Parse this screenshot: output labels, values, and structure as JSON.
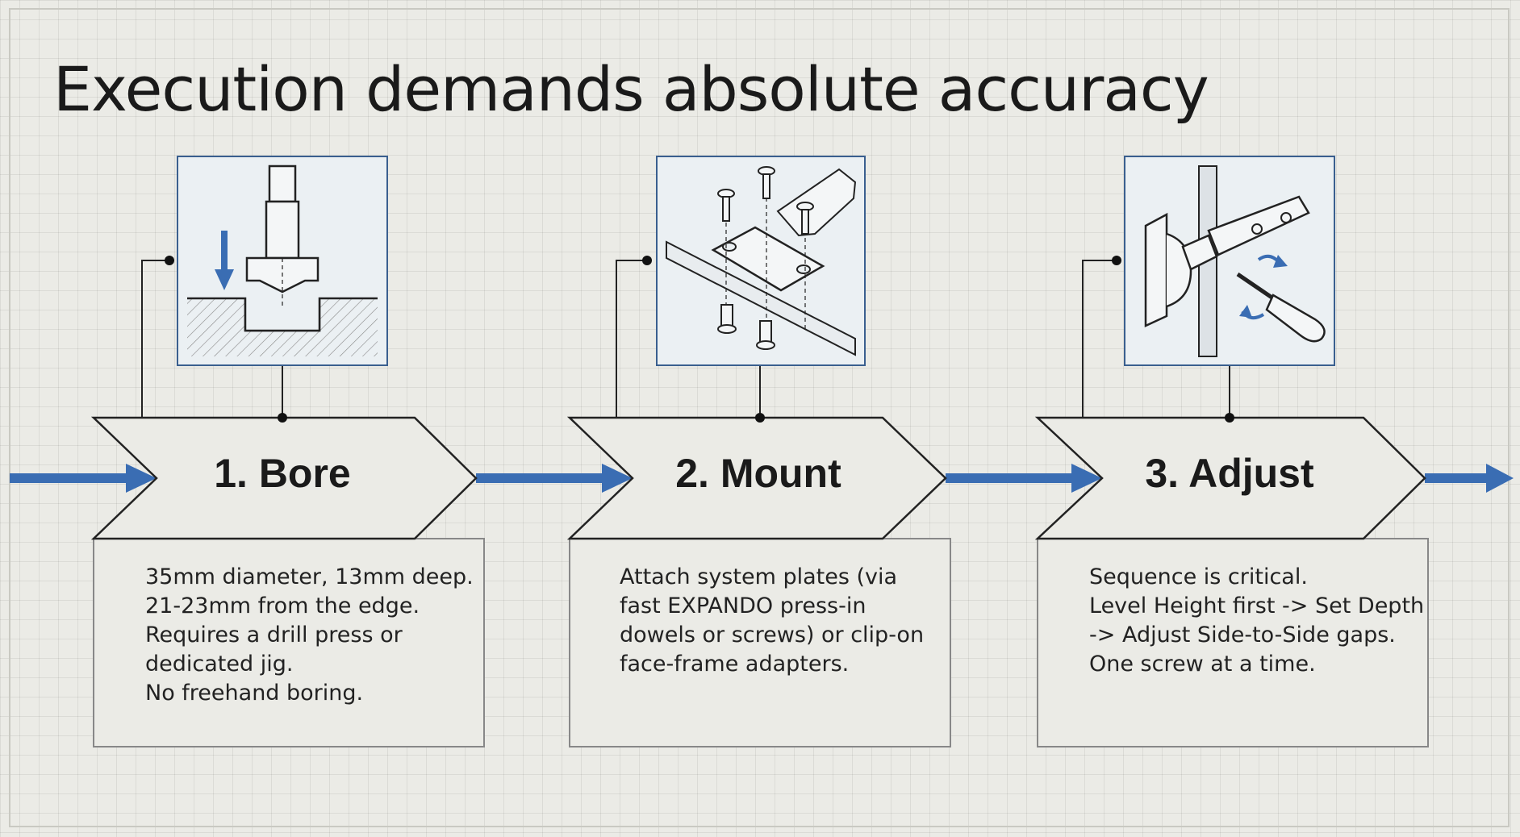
{
  "title": "Execution demands absolute accuracy",
  "colors": {
    "arrow": "#3a6db3",
    "outline": "#222222",
    "panel": "#ebebe6",
    "illustration_bg": "#ebf0f3"
  },
  "steps": [
    {
      "label": "1. Bore",
      "illustration": "forstner-bit-boring-icon",
      "lines": [
        "35mm diameter, 13mm deep.",
        "21-23mm from the edge.",
        "Requires a drill press or",
        "dedicated jig.",
        "No freehand boring."
      ]
    },
    {
      "label": "2. Mount",
      "illustration": "mounting-plate-screws-icon",
      "lines": [
        "Attach system plates (via",
        "fast EXPANDO press-in",
        "dowels or screws) or clip-on",
        "face-frame adapters."
      ]
    },
    {
      "label": "3. Adjust",
      "illustration": "hinge-adjust-screwdriver-icon",
      "lines": [
        "Sequence is critical.",
        "Level Height first -> Set Depth",
        "-> Adjust Side-to-Side gaps.",
        "One screw at a time."
      ]
    }
  ]
}
